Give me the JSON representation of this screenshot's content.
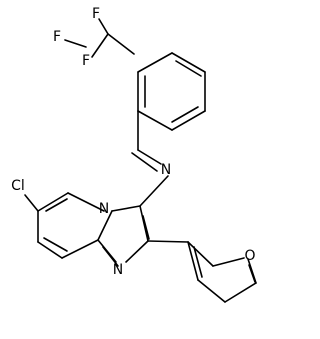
{
  "molecule": {
    "atoms": {
      "cl": "Cl",
      "n_imine": "N",
      "n_bridge": "N",
      "n_ring": "N",
      "o_furan": "O",
      "f1": "F",
      "f2": "F",
      "f3": "F"
    }
  }
}
